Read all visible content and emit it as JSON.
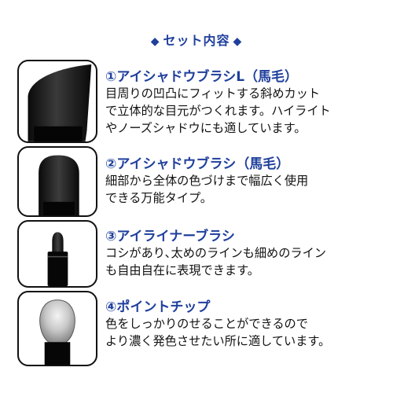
{
  "header": {
    "left_mark": "◆",
    "title": "セット内容",
    "right_mark": "◆"
  },
  "items": [
    {
      "title": "①アイシャドウブラシL（馬毛）",
      "lines": [
        "目周りの凹凸にフィットする斜めカット",
        "で立体的な目元がつくれます。ハイライト",
        "やノーズシャドウにも適しています。"
      ]
    },
    {
      "title": "②アイシャドウブラシ（馬毛）",
      "lines": [
        "細部から全体の色づけまで幅広く使用",
        "できる万能タイプ。"
      ]
    },
    {
      "title": "③アイライナーブラシ",
      "lines": [
        "コシがあり､太めのラインも細めのライン",
        "も自由自在に表現できます。"
      ]
    },
    {
      "title": "④ポイントチップ",
      "lines": [
        "色をしっかりのせることができるので",
        "より濃く発色させたい所に適しています。"
      ]
    }
  ],
  "colors": {
    "accent": "#1f3f9c",
    "text": "#111111",
    "frame": "#111111"
  }
}
